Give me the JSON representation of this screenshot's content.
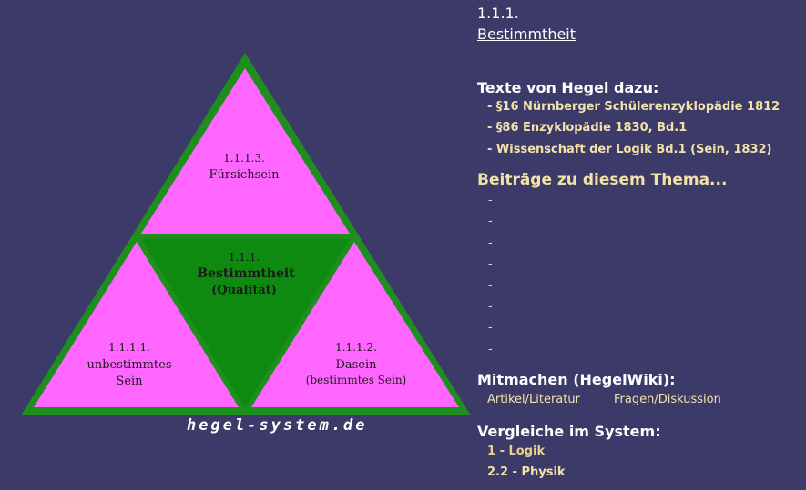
{
  "diagram": {
    "colors": {
      "outer": "#1e8f1e",
      "pink": "#ff66ff",
      "center": "#0f8a10"
    },
    "top": {
      "number": "1.1.1.3.",
      "label": "Fürsichsein"
    },
    "center": {
      "number": "1.1.1.",
      "label": "Bestimmtheit",
      "sub": "(Qualität)"
    },
    "left": {
      "number": "1.1.1.1.",
      "label1": "unbestimmtes",
      "label2": "Sein"
    },
    "right": {
      "number": "1.1.1.2.",
      "label1": "Dasein",
      "label2": "(bestimmtes Sein)"
    },
    "site": "hegel-system.de"
  },
  "header": {
    "number": "1.1.1.",
    "title": "Bestimmtheit"
  },
  "texte": {
    "heading": "Texte von Hegel dazu:",
    "items": [
      "- §16 Nürnberger Schülerenzyklopädie 1812",
      "- §86 Enzyklopädie 1830, Bd.1",
      "- Wissenschaft der Logik Bd.1 (Sein, 1832)"
    ]
  },
  "beitraege": {
    "heading": "Beiträge zu diesem Thema...",
    "dashes": [
      "-",
      "-",
      "-",
      "-",
      "-",
      "-",
      "-",
      "-"
    ]
  },
  "mitmachen": {
    "heading": "Mitmachen (HegelWiki):",
    "links": [
      "Artikel/Literatur",
      "Fragen/Diskussion"
    ]
  },
  "vergleiche": {
    "heading": "Vergleiche im System:",
    "items": [
      "1 - Logik",
      "2.2 - Physik"
    ]
  }
}
